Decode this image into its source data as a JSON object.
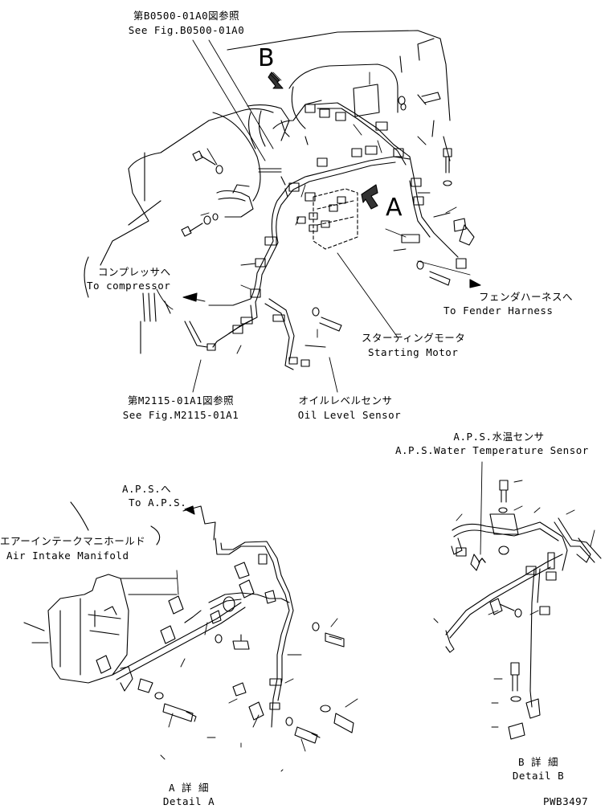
{
  "figure_id": "PWB3497",
  "view_markers": {
    "b": "B",
    "a": "A"
  },
  "callouts": {
    "ref_b0500_jp": "第B0500-01A0図参照",
    "ref_b0500_en": "See Fig.B0500-01A0",
    "compressor_jp": "コンプレッサへ",
    "compressor_en": "To compressor",
    "fender_jp": "フェンダハーネスへ",
    "fender_en": "To Fender Harness",
    "starting_motor_jp": "スターティングモータ",
    "starting_motor_en": "Starting Motor",
    "ref_m2115_jp": "第M2115-01A1図参照",
    "ref_m2115_en": "See Fig.M2115-01A1",
    "oil_level_jp": "オイルレベルセンサ",
    "oil_level_en": "Oil Level Sensor",
    "aps_sensor_jp": "A.P.S.水温センサ",
    "aps_sensor_en": "A.P.S.Water Temperature Sensor",
    "to_aps_jp": "A.P.S.へ",
    "to_aps_en": "To A.P.S.",
    "intake_jp": "エアーインテークマニホールド",
    "intake_en": "Air Intake Manifold"
  },
  "details": {
    "a_jp": "A 詳 細",
    "a_en": "Detail A",
    "b_jp": "B 詳 細",
    "b_en": "Detail B"
  }
}
